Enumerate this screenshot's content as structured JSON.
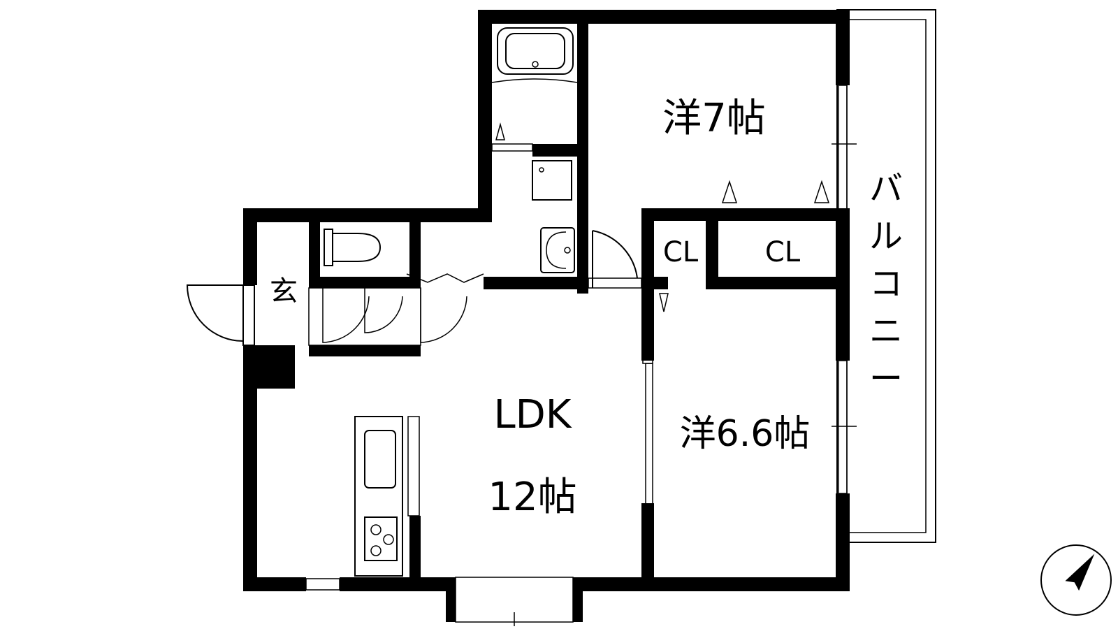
{
  "floorplan": {
    "rooms": {
      "western_7": "洋7帖",
      "western_6_6": "洋6.6帖",
      "ldk_line1": "LDK",
      "ldk_line2": "12帖",
      "closet_small": "CL",
      "closet_large": "CL",
      "entrance": "玄"
    },
    "balcony_label": [
      "バ",
      "ル",
      "コ",
      "ニ",
      "ー"
    ],
    "compass": {
      "heading_deg": 35
    },
    "colors": {
      "wall": "#000000",
      "background": "#ffffff"
    }
  }
}
